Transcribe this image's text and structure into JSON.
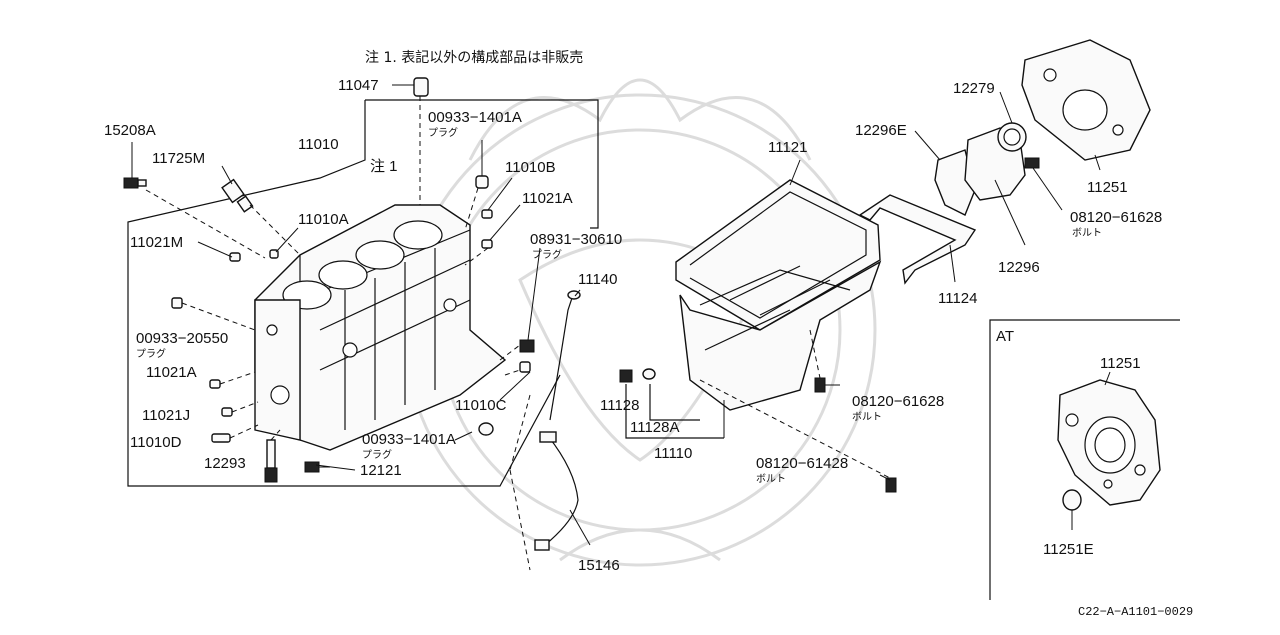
{
  "note": {
    "text": "注 1. 表記以外の構成部品は非販売",
    "marker": "注 1"
  },
  "callouts": {
    "p11047": "11047",
    "p00933_1401A_top": "00933−1401A",
    "p00933_1401A_top_sub": "プラグ",
    "p15208A": "15208A",
    "p11010": "11010",
    "p11725M": "11725M",
    "p11010B": "11010B",
    "p11021A_top": "11021A",
    "p11010A": "11010A",
    "p11021M": "11021M",
    "p08931_30610": "08931−30610",
    "p08931_30610_sub": "プラグ",
    "p11140": "11140",
    "p00933_20550": "00933−20550",
    "p00933_20550_sub": "プラグ",
    "p11021A_left": "11021A",
    "p11021J": "11021J",
    "p11010D": "11010D",
    "p12293": "12293",
    "p12121": "12121",
    "p00933_1401A_bot": "00933−1401A",
    "p00933_1401A_bot_sub": "プラグ",
    "p11010C": "11010C",
    "p11128": "11128",
    "p11128A": "11128A",
    "p11110": "11110",
    "p15146": "15146",
    "p11121": "11121",
    "p11124": "11124",
    "p08120_61628_mid": "08120−61628",
    "p08120_61628_mid_sub": "ボルト",
    "p08120_61428": "08120−61428",
    "p08120_61428_sub": "ボルト",
    "p12279": "12279",
    "p12296E": "12296E",
    "p12296": "12296",
    "p08120_61628_top": "08120−61628",
    "p08120_61628_top_sub": "ボルト",
    "p11251_top": "11251"
  },
  "at_box": {
    "title": "AT",
    "p11251": "11251",
    "p11251E": "11251E"
  },
  "diagram_code": "C22−A−A1101−0029"
}
